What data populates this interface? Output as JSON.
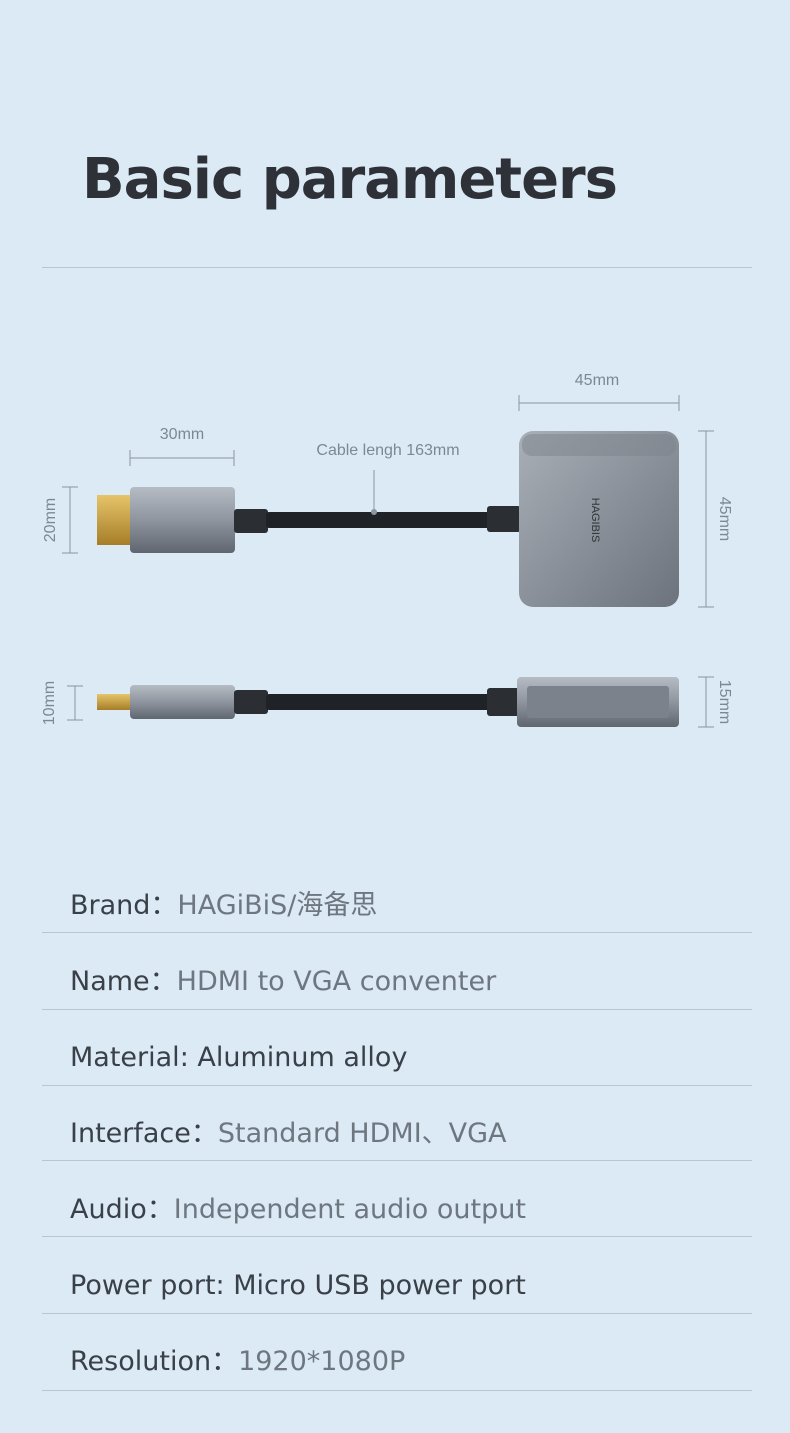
{
  "title": "Basic parameters",
  "diagram": {
    "cable_label": "Cable lengh 163mm",
    "dim_hdmi_width": "30mm",
    "dim_hdmi_height": "20mm",
    "dim_box_width": "45mm",
    "dim_box_height": "45mm",
    "dim_side_left": "10mm",
    "dim_side_right": "15mm",
    "brand_mark": "HAGIBIS"
  },
  "specs": [
    {
      "label": "Brand：",
      "value": "HAGiBiS/海备思"
    },
    {
      "label": "Name：",
      "value": "HDMI to VGA conventer"
    },
    {
      "label": "Material: ",
      "value": "Aluminum alloy"
    },
    {
      "label": "Interface：",
      "value": "Standard HDMI、VGA"
    },
    {
      "label": "Audio：",
      "value": "Independent audio output"
    },
    {
      "label": "Power port: ",
      "value": "Micro USB power port"
    },
    {
      "label": "Resolution：",
      "value": "1920*1080P"
    }
  ]
}
